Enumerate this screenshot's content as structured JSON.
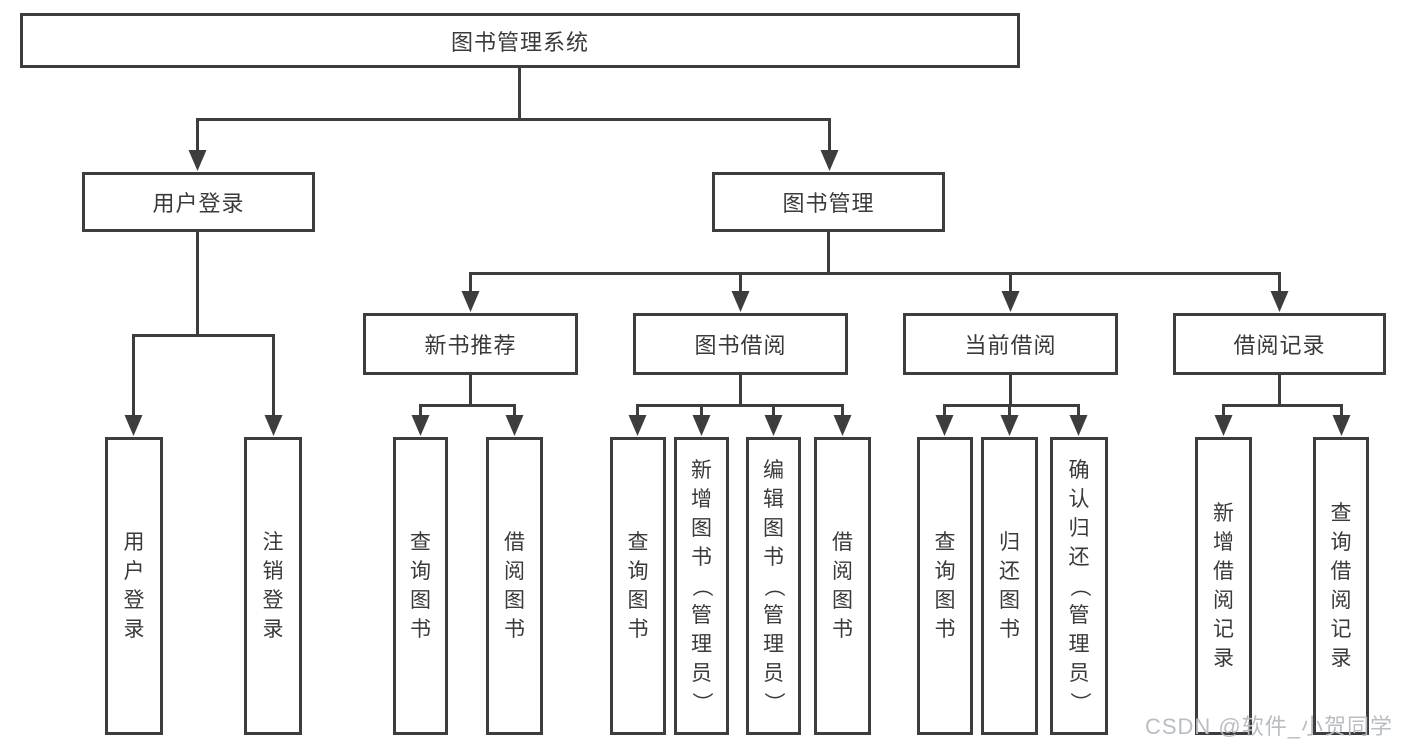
{
  "tree": {
    "label": "图书管理系统",
    "children": [
      {
        "label": "用户登录",
        "children": [
          {
            "label": "用户登录"
          },
          {
            "label": "注销登录"
          }
        ]
      },
      {
        "label": "图书管理",
        "children": [
          {
            "label": "新书推荐",
            "children": [
              {
                "label": "查询图书"
              },
              {
                "label": "借阅图书"
              }
            ]
          },
          {
            "label": "图书借阅",
            "children": [
              {
                "label": "查询图书"
              },
              {
                "label": "新增图书（管理员）"
              },
              {
                "label": "编辑图书（管理员）"
              },
              {
                "label": "借阅图书"
              }
            ]
          },
          {
            "label": "当前借阅",
            "children": [
              {
                "label": "查询图书"
              },
              {
                "label": "归还图书"
              },
              {
                "label": "确认归还（管理员）"
              }
            ]
          },
          {
            "label": "借阅记录",
            "children": [
              {
                "label": "新增借阅记录"
              },
              {
                "label": "查询借阅记录"
              }
            ]
          }
        ]
      }
    ]
  },
  "watermark": "CSDN @软件_小贺同学",
  "colors": {
    "line": "#3d3d3d",
    "text": "#3a3a3a",
    "watermark": "#b9bdc4",
    "background": "#ffffff"
  }
}
